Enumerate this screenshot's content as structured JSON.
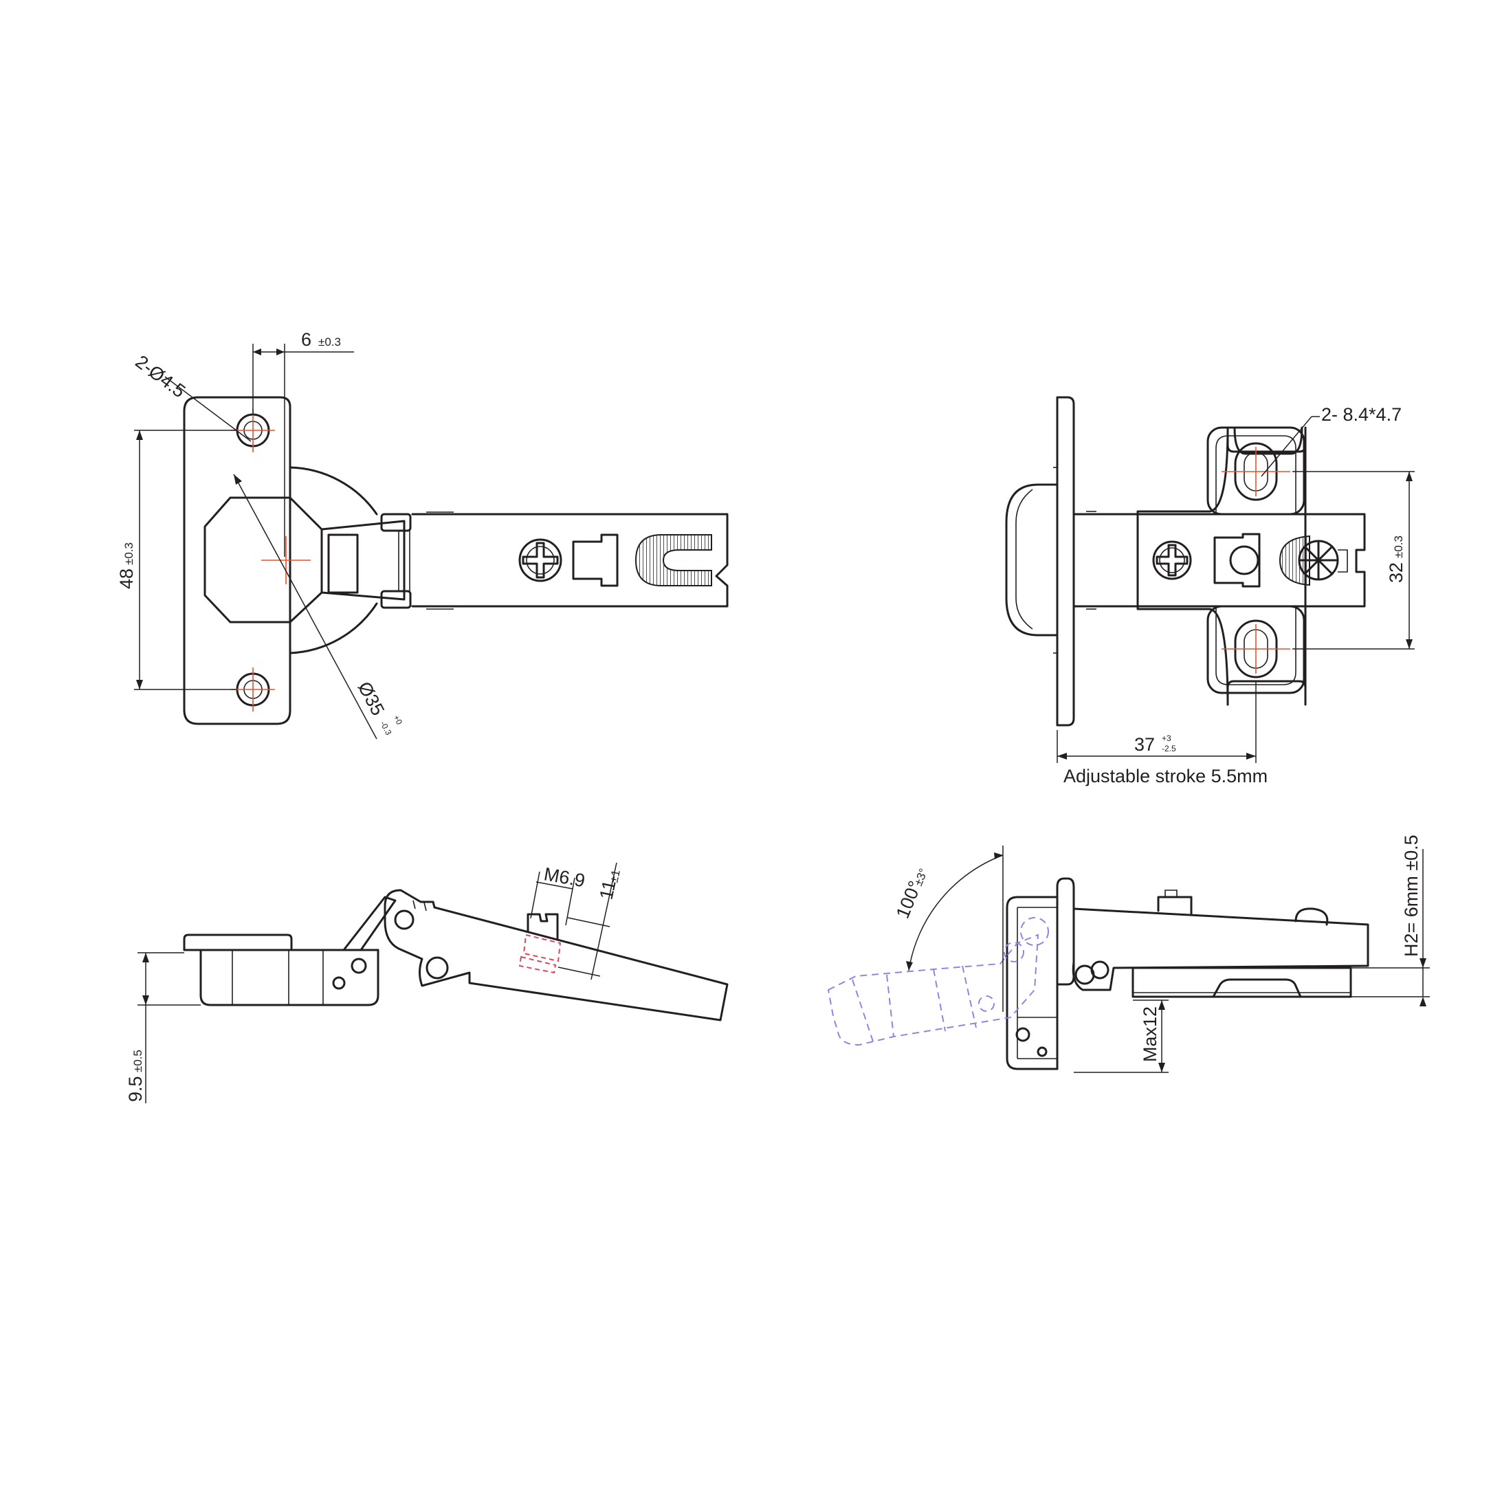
{
  "dimensions": {
    "hole_spec": "2-Ø4.5",
    "offset_value": "6",
    "offset_tol": "±0.3",
    "height_value": "48",
    "height_tol": "±0.3",
    "cup_diameter": "Ø35",
    "cup_tol_upper": "+0",
    "cup_tol_lower": "-0.3",
    "slot_spec": "2- 8.4*4.7",
    "plate_spacing_value": "32",
    "plate_spacing_tol": "±0.3",
    "plate_depth_value": "37",
    "plate_depth_tol_upper": "+3",
    "plate_depth_tol_lower": "-2.5",
    "adjustable_stroke": "Adjustable stroke 5.5mm",
    "thread_spec": "M6.9",
    "screw_length_value": "11",
    "screw_length_tol": "±1",
    "cup_depth_value": "9.5",
    "cup_depth_tol": "±0.5",
    "opening_angle_value": "100°",
    "opening_angle_tol": "±3°",
    "h2_spec": "H2= 6mm ±0.5",
    "max_thickness": "Max12"
  },
  "colors": {
    "outline": "#231f20",
    "centerline": "#e8502a",
    "phantom_open": "#8c86e6",
    "hidden_screw": "#e0455a"
  }
}
